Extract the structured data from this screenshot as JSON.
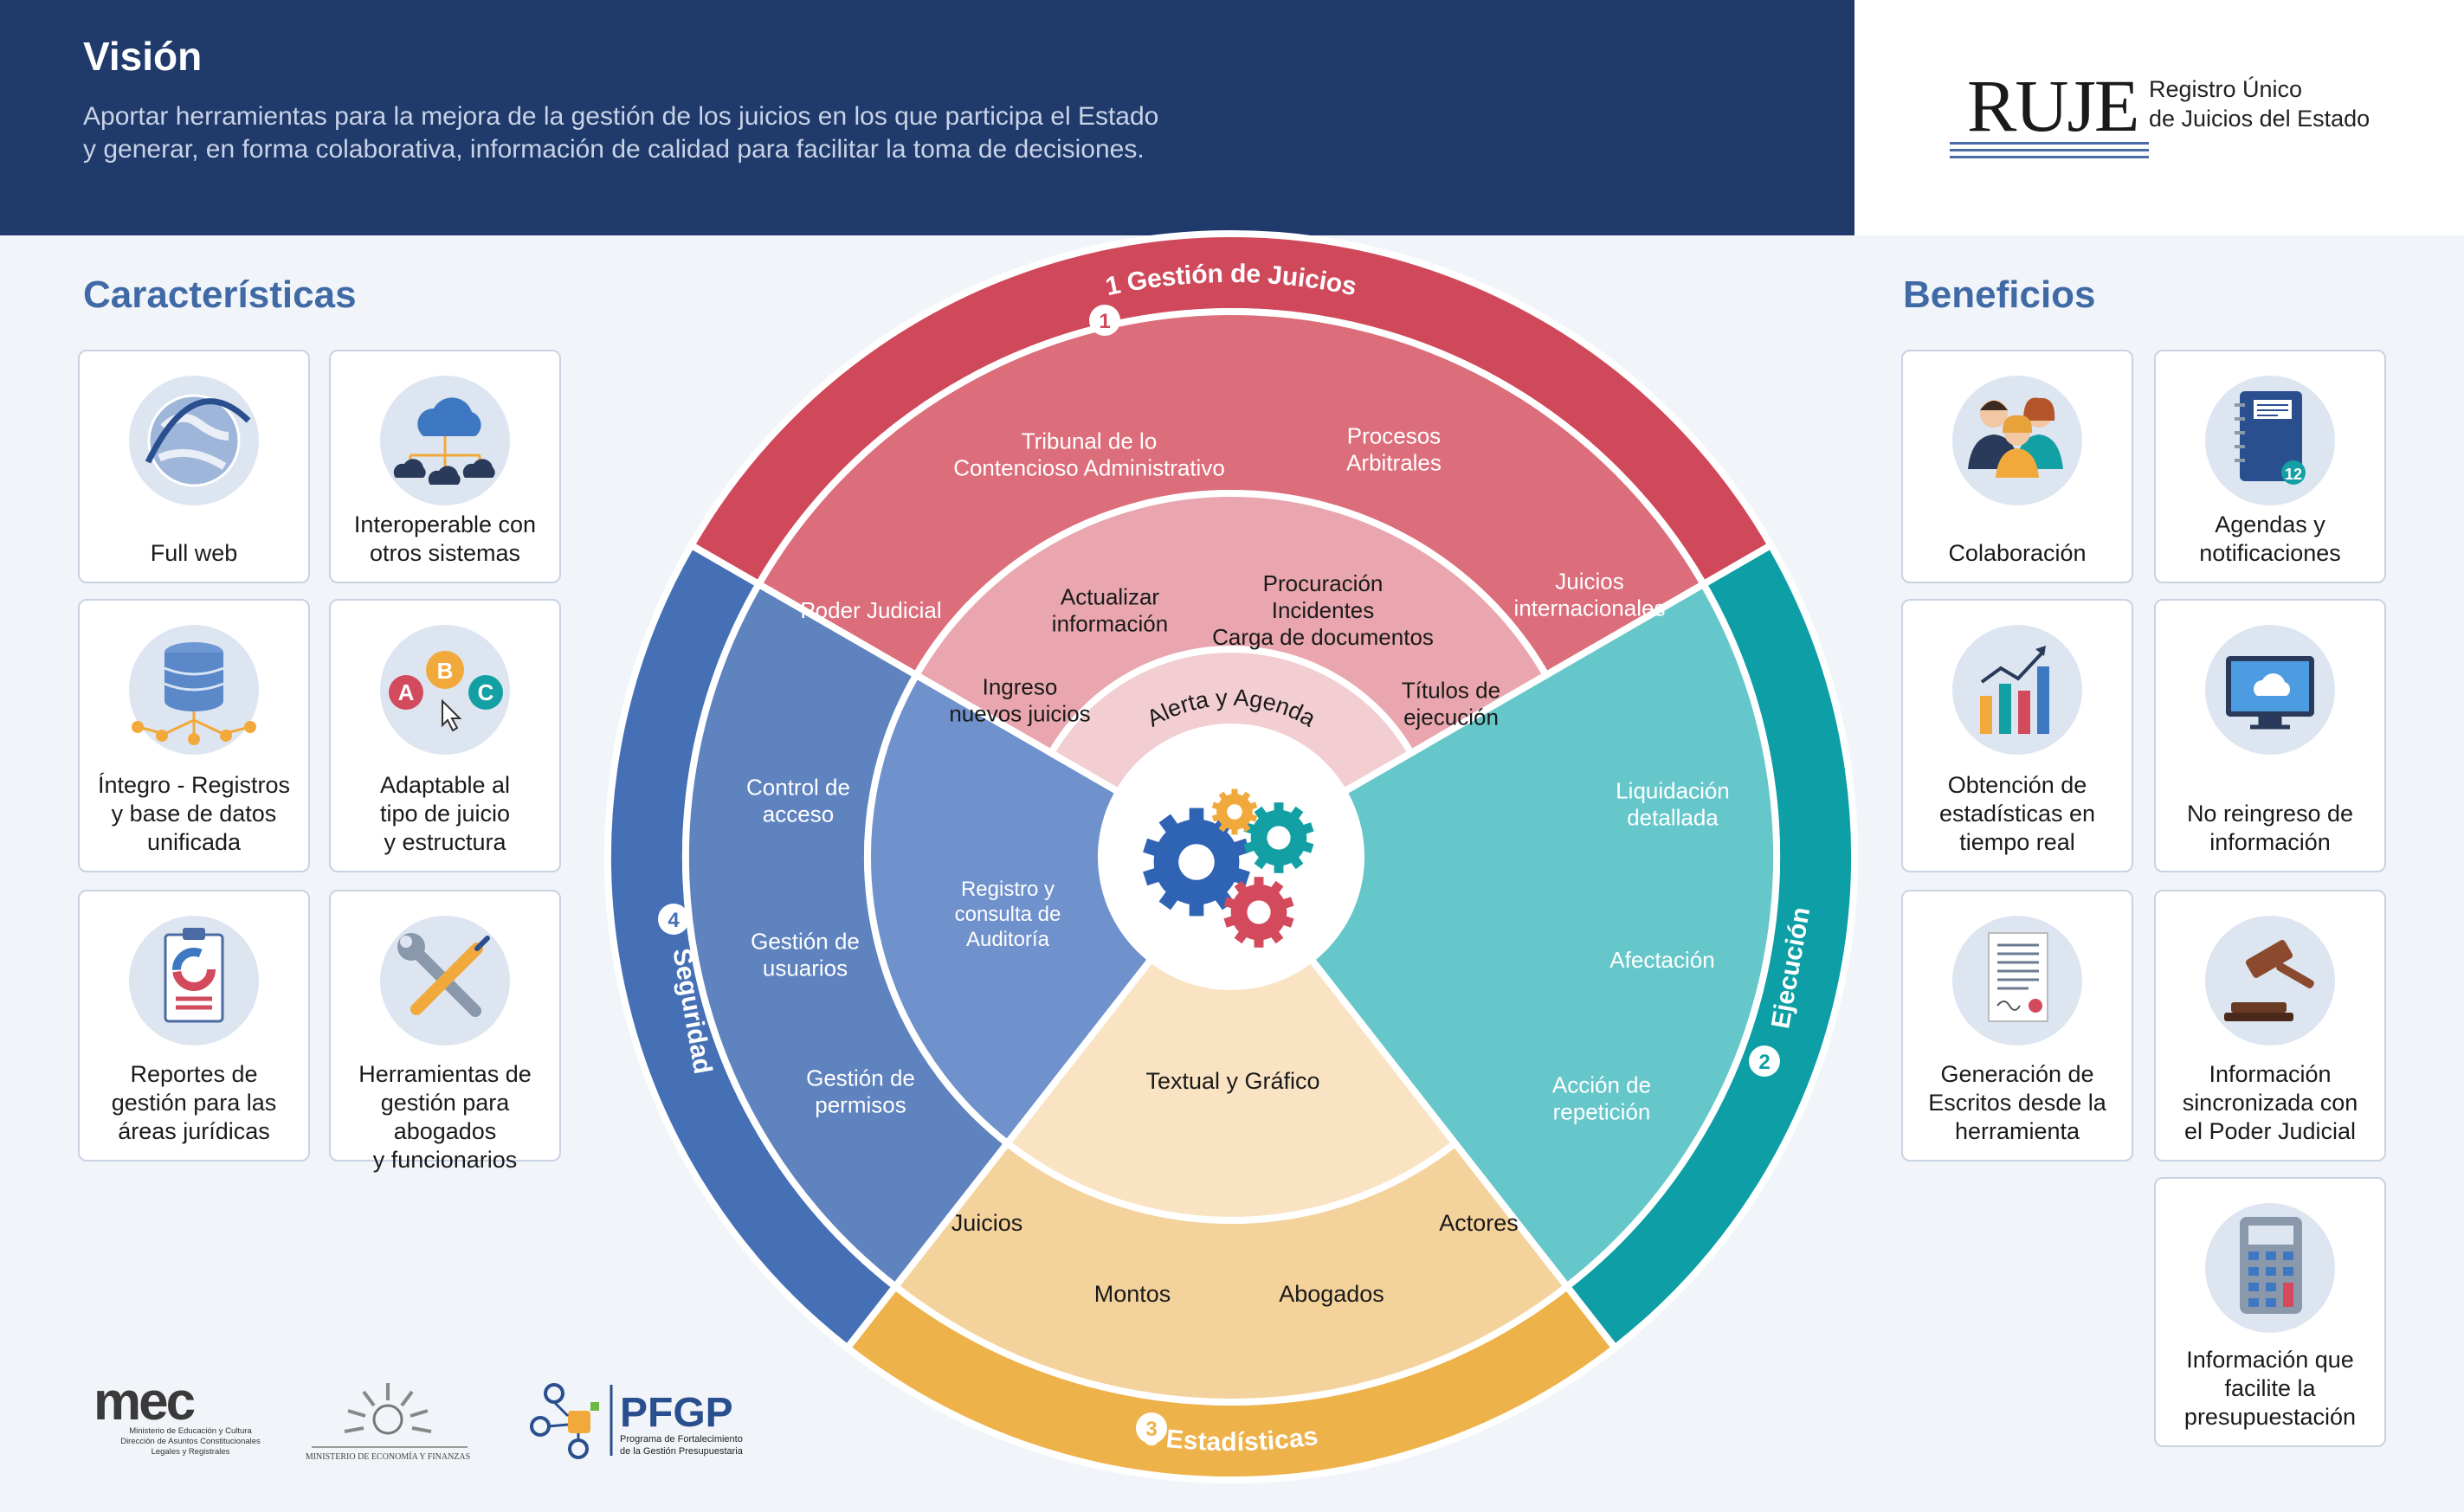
{
  "header": {
    "title": "Visión",
    "description_lines": [
      "Aportar herramientas para la mejora de la gestión de los juicios en los que participa el Estado",
      "y generar, en forma colaborativa, información de calidad para facilitar la toma de decisiones."
    ]
  },
  "logo": {
    "name": "RUJE",
    "subtitle_lines": [
      "Registro Único",
      "de Juicios del Estado"
    ]
  },
  "caracteristicas": {
    "title": "Características",
    "items": [
      {
        "label_lines": [
          "Full web"
        ],
        "icon": "globe-icon"
      },
      {
        "label_lines": [
          "Interoperable con",
          "otros sistemas"
        ],
        "icon": "cloud-network-icon"
      },
      {
        "label_lines": [
          "Íntegro - Registros",
          "y base de datos",
          "unificada"
        ],
        "icon": "database-icon"
      },
      {
        "label_lines": [
          "Adaptable al",
          "tipo de juicio",
          "y estructura"
        ],
        "icon": "abc-choice-icon"
      },
      {
        "label_lines": [
          "Reportes de",
          "gestión para las",
          "áreas jurídicas"
        ],
        "icon": "clipboard-report-icon"
      },
      {
        "label_lines": [
          "Herramientas de",
          "gestión para abogados",
          "y funcionarios"
        ],
        "icon": "tools-icon"
      }
    ]
  },
  "beneficios": {
    "title": "Beneficios",
    "items": [
      {
        "label_lines": [
          "Colaboración"
        ],
        "icon": "team-icon"
      },
      {
        "label_lines": [
          "Agendas y",
          "notificaciones"
        ],
        "icon": "agenda-icon",
        "badge": "12"
      },
      {
        "label_lines": [
          "Obtención de",
          "estadísticas en",
          "tiempo real"
        ],
        "icon": "bar-chart-icon"
      },
      {
        "label_lines": [
          "No reingreso de",
          "información"
        ],
        "icon": "monitor-cloud-icon"
      },
      {
        "label_lines": [
          "Generación de",
          "Escritos desde la",
          "herramienta"
        ],
        "icon": "document-icon"
      },
      {
        "label_lines": [
          "Información",
          "sincronizada con",
          "el Poder Judicial"
        ],
        "icon": "gavel-icon"
      },
      {
        "label_lines": [
          "Información que",
          "facilite la",
          "presupuestación"
        ],
        "icon": "calculator-icon"
      }
    ]
  },
  "wheel": {
    "sections": [
      {
        "number": "1",
        "name": "Gestión de Juicios",
        "color": "#d24a5c",
        "outer_items": [
          [
            "Poder Judicial"
          ],
          [
            "Tribunal de lo",
            "Contencioso Administrativo"
          ],
          [
            "Procesos",
            "Arbitrales"
          ],
          [
            "Juicios",
            "internacionales"
          ]
        ],
        "inner_items": [
          [
            "Ingreso",
            "nuevos juicios"
          ],
          [
            "Actualizar",
            "información"
          ],
          [
            "Procuración",
            "Incidentes",
            "Carga de documentos"
          ],
          [
            "Títulos de",
            "ejecución"
          ]
        ],
        "core": "Alerta y Agenda"
      },
      {
        "number": "2",
        "name": "Ejecución",
        "color": "#0fa3a9",
        "outer_items": [
          [
            "Liquidación",
            "detallada"
          ],
          [
            "Afectación"
          ],
          [
            "Acción de",
            "repetición"
          ]
        ]
      },
      {
        "number": "3",
        "name": "Estadísticas",
        "color": "#eeb24a",
        "outer_items": [
          [
            "Juicios"
          ],
          [
            "Montos"
          ],
          [
            "Abogados"
          ],
          [
            "Actores"
          ]
        ],
        "inner_items": [
          [
            "Textual y Gráfico"
          ]
        ]
      },
      {
        "number": "4",
        "name": "Seguridad",
        "color": "#4670b5",
        "outer_items": [
          [
            "Control de",
            "acceso"
          ],
          [
            "Gestión de",
            "usuarios"
          ],
          [
            "Gestión de",
            "permisos"
          ]
        ],
        "inner_items": [
          [
            "Registro y",
            "consulta de",
            "Auditoría"
          ]
        ]
      }
    ]
  },
  "footer": {
    "mec": {
      "name": "mec",
      "lines": [
        "Ministerio de Educación y Cultura",
        "Dirección de Asuntos Constitucionales",
        "Legales y Registrales"
      ]
    },
    "mef": {
      "line": "MINISTERIO DE ECONOMÍA Y FINANZAS"
    },
    "pfgp": {
      "name": "PFGP",
      "lines": [
        "Programa de Fortalecimiento",
        "de la Gestión Presupuestaria"
      ]
    }
  }
}
